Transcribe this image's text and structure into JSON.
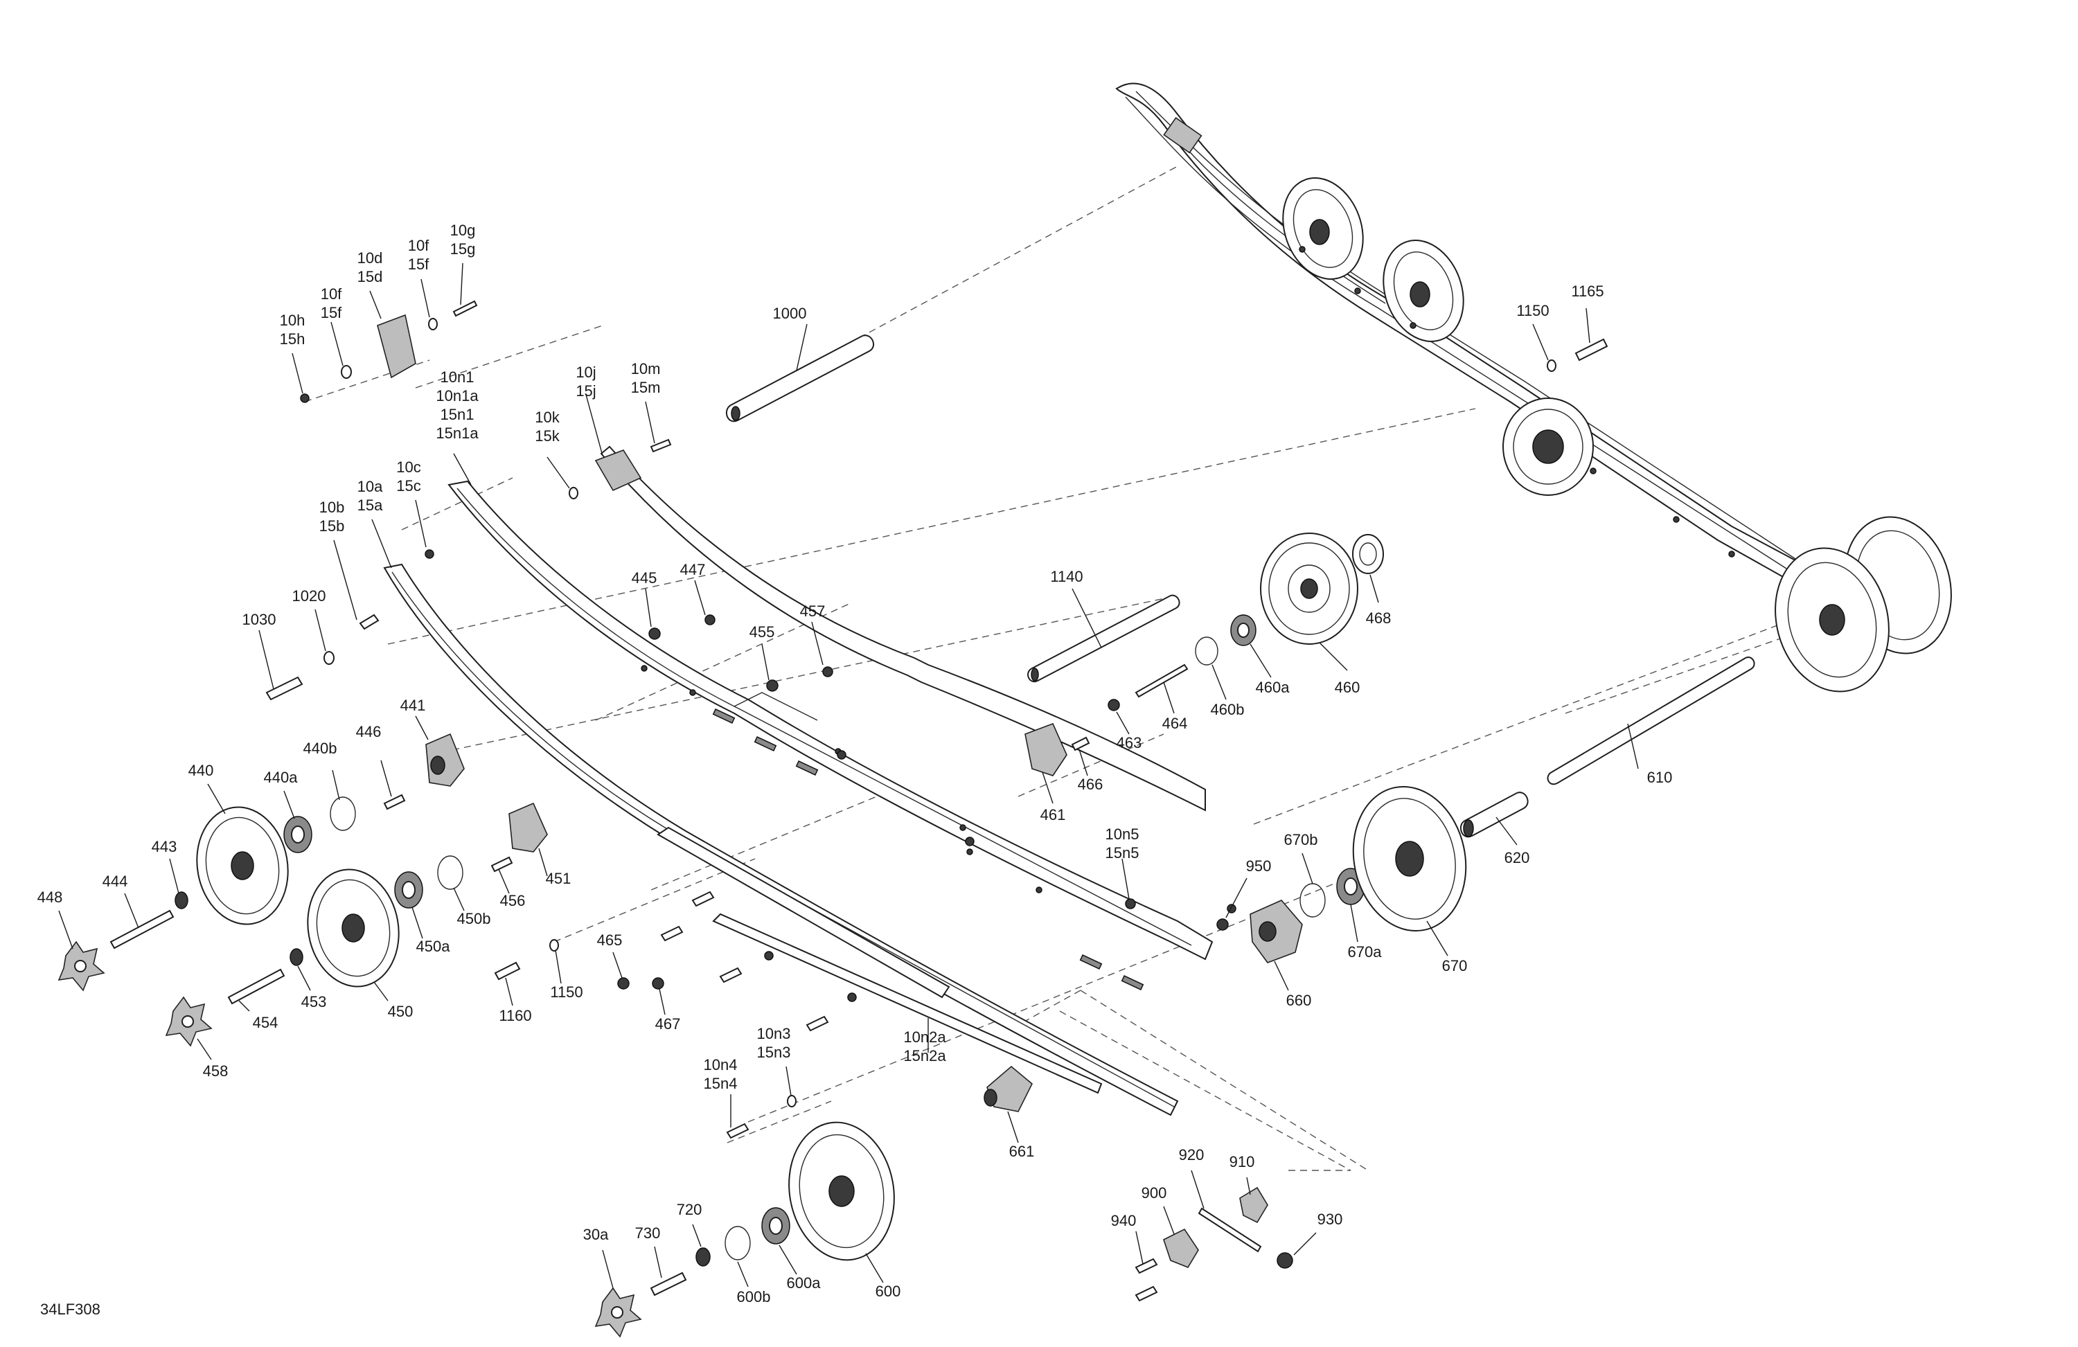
{
  "figure_id": "34LF308",
  "callouts": [
    {
      "id": "c-10g",
      "lines": [
        "10g",
        "15g"
      ]
    },
    {
      "id": "c-10f-top",
      "lines": [
        "10f",
        "15f"
      ]
    },
    {
      "id": "c-10d",
      "lines": [
        "10d",
        "15d"
      ]
    },
    {
      "id": "c-10f",
      "lines": [
        "10f",
        "15f"
      ]
    },
    {
      "id": "c-10h",
      "lines": [
        "10h",
        "15h"
      ]
    },
    {
      "id": "c-1000",
      "lines": [
        "1000"
      ]
    },
    {
      "id": "c-10j",
      "lines": [
        "10j",
        "15j"
      ]
    },
    {
      "id": "c-10m",
      "lines": [
        "10m",
        "15m"
      ]
    },
    {
      "id": "c-10k",
      "lines": [
        "10k",
        "15k"
      ]
    },
    {
      "id": "c-10n1",
      "lines": [
        "10n1",
        "10n1a",
        "15n1",
        "15n1a"
      ]
    },
    {
      "id": "c-10c",
      "lines": [
        "10c",
        "15c"
      ]
    },
    {
      "id": "c-10a",
      "lines": [
        "10a",
        "15a"
      ]
    },
    {
      "id": "c-10b",
      "lines": [
        "10b",
        "15b"
      ]
    },
    {
      "id": "c-1020",
      "lines": [
        "1020"
      ]
    },
    {
      "id": "c-1030",
      "lines": [
        "1030"
      ]
    },
    {
      "id": "c-445",
      "lines": [
        "445"
      ]
    },
    {
      "id": "c-447",
      "lines": [
        "447"
      ]
    },
    {
      "id": "c-455",
      "lines": [
        "455"
      ]
    },
    {
      "id": "c-457",
      "lines": [
        "457"
      ]
    },
    {
      "id": "c-1165",
      "lines": [
        "1165"
      ]
    },
    {
      "id": "c-1150-top",
      "lines": [
        "1150"
      ]
    },
    {
      "id": "c-1140",
      "lines": [
        "1140"
      ]
    },
    {
      "id": "c-468",
      "lines": [
        "468"
      ]
    },
    {
      "id": "c-460a",
      "lines": [
        "460a"
      ]
    },
    {
      "id": "c-460",
      "lines": [
        "460"
      ]
    },
    {
      "id": "c-460b",
      "lines": [
        "460b"
      ]
    },
    {
      "id": "c-464",
      "lines": [
        "464"
      ]
    },
    {
      "id": "c-463",
      "lines": [
        "463"
      ]
    },
    {
      "id": "c-466",
      "lines": [
        "466"
      ]
    },
    {
      "id": "c-461",
      "lines": [
        "461"
      ]
    },
    {
      "id": "c-610",
      "lines": [
        "610"
      ]
    },
    {
      "id": "c-620",
      "lines": [
        "620"
      ]
    },
    {
      "id": "c-441",
      "lines": [
        "441"
      ]
    },
    {
      "id": "c-446",
      "lines": [
        "446"
      ]
    },
    {
      "id": "c-440b",
      "lines": [
        "440b"
      ]
    },
    {
      "id": "c-440a",
      "lines": [
        "440a"
      ]
    },
    {
      "id": "c-440",
      "lines": [
        "440"
      ]
    },
    {
      "id": "c-443",
      "lines": [
        "443"
      ]
    },
    {
      "id": "c-444",
      "lines": [
        "444"
      ]
    },
    {
      "id": "c-448",
      "lines": [
        "448"
      ]
    },
    {
      "id": "c-451",
      "lines": [
        "451"
      ]
    },
    {
      "id": "c-456",
      "lines": [
        "456"
      ]
    },
    {
      "id": "c-450b",
      "lines": [
        "450b"
      ]
    },
    {
      "id": "c-450a",
      "lines": [
        "450a"
      ]
    },
    {
      "id": "c-450",
      "lines": [
        "450"
      ]
    },
    {
      "id": "c-453",
      "lines": [
        "453"
      ]
    },
    {
      "id": "c-454",
      "lines": [
        "454"
      ]
    },
    {
      "id": "c-458",
      "lines": [
        "458"
      ]
    },
    {
      "id": "c-1160",
      "lines": [
        "1160"
      ]
    },
    {
      "id": "c-1150",
      "lines": [
        "1150"
      ]
    },
    {
      "id": "c-465",
      "lines": [
        "465"
      ]
    },
    {
      "id": "c-467",
      "lines": [
        "467"
      ]
    },
    {
      "id": "c-10n5",
      "lines": [
        "10n5",
        "15n5"
      ]
    },
    {
      "id": "c-950",
      "lines": [
        "950"
      ]
    },
    {
      "id": "c-670b",
      "lines": [
        "670b"
      ]
    },
    {
      "id": "c-670a",
      "lines": [
        "670a"
      ]
    },
    {
      "id": "c-670",
      "lines": [
        "670"
      ]
    },
    {
      "id": "c-660",
      "lines": [
        "660"
      ]
    },
    {
      "id": "c-10n3",
      "lines": [
        "10n3",
        "15n3"
      ]
    },
    {
      "id": "c-10n4",
      "lines": [
        "10n4",
        "15n4"
      ]
    },
    {
      "id": "c-10n2a",
      "lines": [
        "10n2a",
        "15n2a"
      ]
    },
    {
      "id": "c-661",
      "lines": [
        "661"
      ]
    },
    {
      "id": "c-920",
      "lines": [
        "920"
      ]
    },
    {
      "id": "c-910",
      "lines": [
        "910"
      ]
    },
    {
      "id": "c-900",
      "lines": [
        "900"
      ]
    },
    {
      "id": "c-940",
      "lines": [
        "940"
      ]
    },
    {
      "id": "c-930",
      "lines": [
        "930"
      ]
    },
    {
      "id": "c-720",
      "lines": [
        "720"
      ]
    },
    {
      "id": "c-730",
      "lines": [
        "730"
      ]
    },
    {
      "id": "c-30a",
      "lines": [
        "30a"
      ]
    },
    {
      "id": "c-600b",
      "lines": [
        "600b"
      ]
    },
    {
      "id": "c-600a",
      "lines": [
        "600a"
      ]
    },
    {
      "id": "c-600",
      "lines": [
        "600"
      ]
    }
  ]
}
